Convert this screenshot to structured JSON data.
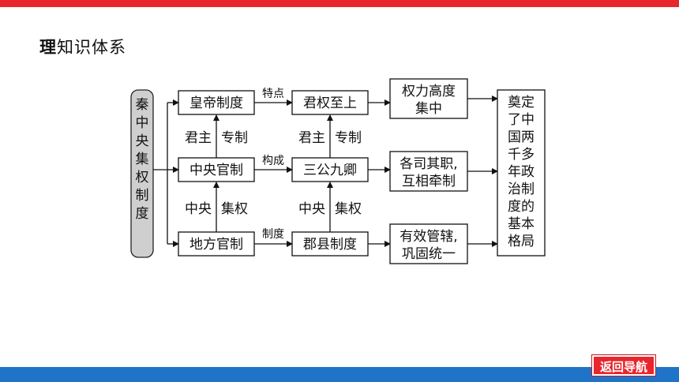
{
  "page": {
    "heading_lead": "理",
    "heading_rest": "知识体系",
    "nav_button": "返回导航"
  },
  "diagram": {
    "root": [
      "秦",
      "中",
      "央",
      "集",
      "权",
      "制",
      "度"
    ],
    "col1": {
      "top": "皇帝制度",
      "mid": "中央官制",
      "bot": "地方官制"
    },
    "col1_links": {
      "upper_left": "君主",
      "upper_right": "专制",
      "lower_left": "中央",
      "lower_right": "集权"
    },
    "edge_labels": {
      "top": "特点",
      "mid": "构成",
      "bot": "制度"
    },
    "col2": {
      "top": "君权至上",
      "mid": "三公九卿",
      "bot": "郡县制度"
    },
    "col2_links": {
      "upper_left": "君主",
      "upper_right": "专制",
      "lower_left": "中央",
      "lower_right": "集权"
    },
    "col3": {
      "top": [
        "权力高度",
        "集中"
      ],
      "mid": [
        "各司其职,",
        "互相牵制"
      ],
      "bot": [
        "有效管辖,",
        "巩固统一"
      ]
    },
    "result": [
      "奠定",
      "了中",
      "国两",
      "千多",
      "年政",
      "治制",
      "度的",
      "基本",
      "格局"
    ]
  },
  "colors": {
    "accent_red": "#e8262d",
    "accent_blue": "#1f74c8",
    "root_fill": "#cfcfcf"
  }
}
